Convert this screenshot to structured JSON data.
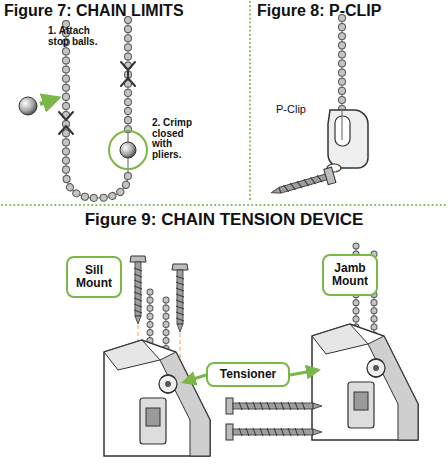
{
  "diagram": {
    "nodes": [
      {
        "text": [
          "Sill Mount"
        ]
      },
      {
        "text": [
          "Jamb Mount"
        ]
      },
      {
        "text": [
          "Tensioner"
        ]
      }
    ],
    "labels": [
      "Figure 7: CHAIN LIMITS",
      "Figure 8: P-CLIP",
      "1. Attach stop balls.",
      "2. Crimp closed with pliers.",
      "P-Clip",
      "Figure 9: CHAIN TENSION DEVICE"
    ]
  }
}
